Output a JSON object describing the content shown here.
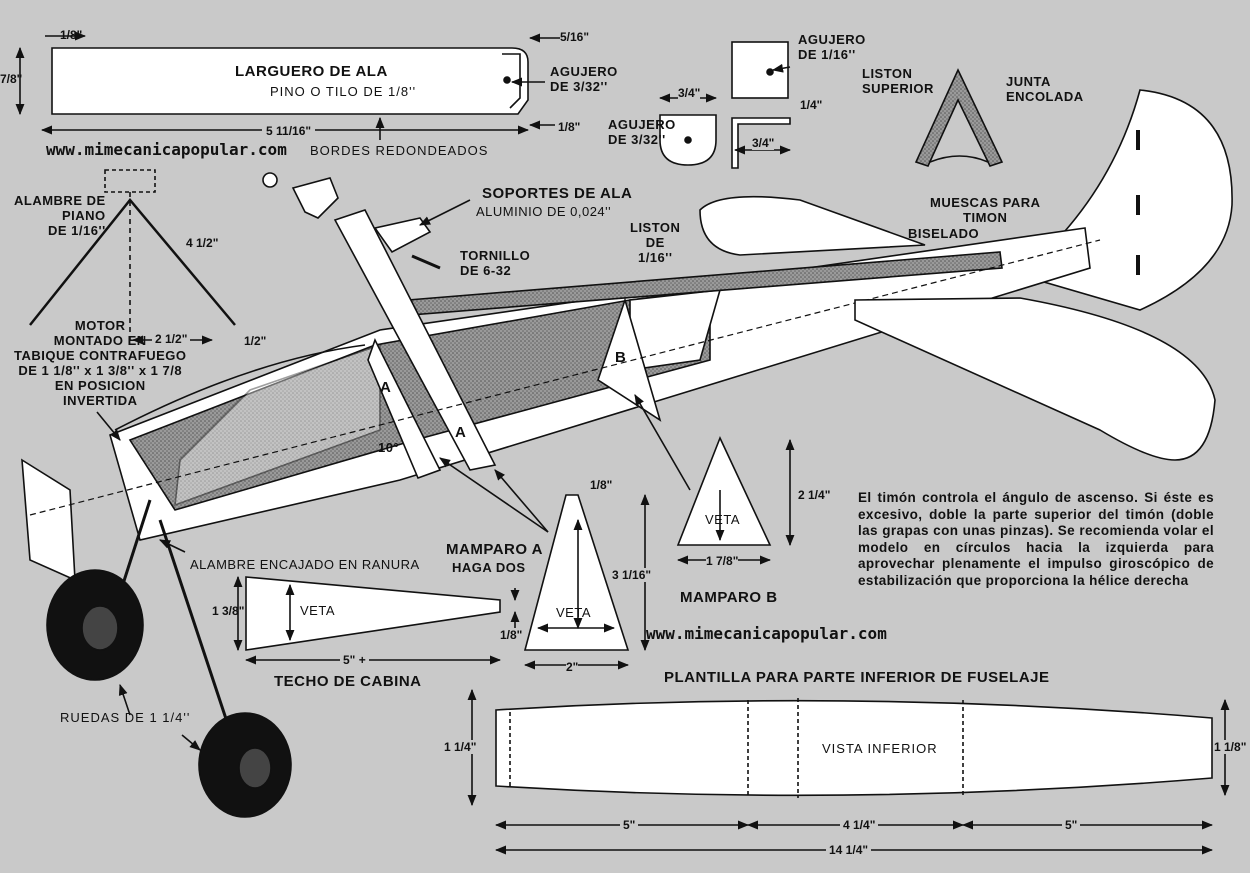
{
  "colors": {
    "background": "#c9c9c9",
    "paper": "#ffffff",
    "ink": "#111111",
    "hatch": "#8a8a8a"
  },
  "watermark": "www.mimecanicapopular.com",
  "spar": {
    "title": "LARGUERO DE ALA",
    "material": "PINO O TILO DE 1/8''",
    "hole": "AGUJERO\nDE 3/32''",
    "edges": "BORDES REDONDEADOS",
    "dim_top_left": "1/8\"",
    "dim_top_right": "5/16\"",
    "dim_height": "7/8\"",
    "dim_length": "5 11/16\"",
    "dim_bottom_right": "1/8\""
  },
  "bracket": {
    "hole_a": "AGUJERO\nDE 1/16''",
    "hole_b": "AGUJERO\nDE 3/32''",
    "dim_a": "3/4\"",
    "dim_b": "3/4\"",
    "dim_c": "1/4\""
  },
  "joint": {
    "strip": "LISTON\nSUPERIOR",
    "glue": "JUNTA\nENCOLADA"
  },
  "wire": {
    "title": "ALAMBRE DE\nPIANO\nDE 1/16''",
    "dim_leg": "4 1/2\"",
    "dim_base": "2 1/2\"",
    "dim_end": "1/2\""
  },
  "motor": "MOTOR\nMONTADO EN\nTABIQUE CONTRAFUEGO\nDE 1 1/8'' x 1 3/8'' x 1 7/8\nEN POSICION\nINVERTIDA",
  "supports": {
    "title": "SOPORTES DE ALA",
    "material": "ALUMINIO DE 0,024''"
  },
  "screw": "TORNILLO\nDE 6-32",
  "liston": "LISTON\nDE\n1/16''",
  "bevel": "BISELADO",
  "notches": "MUESCAS PARA\nTIMON",
  "angle": "10°",
  "bulkhead_marks": {
    "a1": "A",
    "a2": "A",
    "b": "B"
  },
  "wire_slot": "ALAMBRE ENCAJADO EN RANURA",
  "bulkhead_a": {
    "title": "MAMPARO A",
    "note": "HAGA DOS",
    "grain": "VETA",
    "dim_top": "1/8\"",
    "dim_height": "3 1/16\"",
    "dim_base": "2\""
  },
  "bulkhead_b": {
    "title": "MAMPARO B",
    "grain": "VETA",
    "dim_height": "2 1/4\"",
    "dim_base": "1 7/8\""
  },
  "roof": {
    "title": "TECHO DE CABINA",
    "grain": "VETA",
    "dim_height": "1 3/8\"",
    "dim_tip": "1/8\"",
    "dim_length": "5\" +"
  },
  "wheels": "RUEDAS DE 1 1/4''",
  "template": {
    "title": "PLANTILLA PARA PARTE INFERIOR DE FUSELAJE",
    "view": "VISTA INFERIOR",
    "dim_left": "1 1/4\"",
    "dim_right": "1 1/8\"",
    "seg1": "5\"",
    "seg2": "4 1/4\"",
    "seg3": "5\"",
    "total": "14 1/4\""
  },
  "note": "El timón controla el ángulo de ascenso. Si éste es excesivo, doble la parte superior del timón (doble las grapas con unas pinzas). Se recomienda volar el modelo en círculos hacia la izquierda para aprovechar plenamente el impulso giroscópico de estabilización que proporciona la hélice derecha"
}
